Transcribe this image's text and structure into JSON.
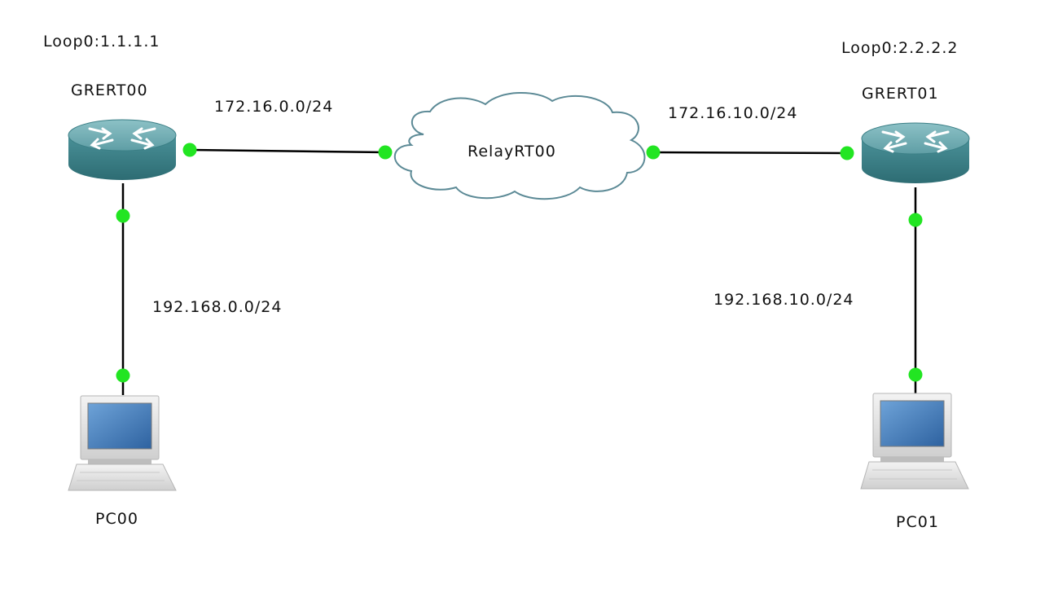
{
  "topology": {
    "routers": [
      {
        "name": "GRERT00",
        "loopback": "Loop0:1.1.1.1"
      },
      {
        "name": "GRERT01",
        "loopback": "Loop0:2.2.2.2"
      }
    ],
    "relay": {
      "name": "RelayRT00"
    },
    "pcs": [
      {
        "name": "PC00"
      },
      {
        "name": "PC01"
      }
    ],
    "networks": {
      "wan_left": "172.16.0.0/24",
      "wan_right": "172.16.10.0/24",
      "lan_left": "192.168.0.0/24",
      "lan_right": "192.168.10.0/24"
    }
  },
  "colors": {
    "link": "#000000",
    "port_up": "#22e522",
    "router_top": "#7fb5bb",
    "router_side": "#3f8990",
    "cloud_fill": "#ffffff",
    "cloud_stroke": "#5c8a96",
    "pc_screen": "#3f79b8",
    "pc_body": "#e4e4e4"
  }
}
